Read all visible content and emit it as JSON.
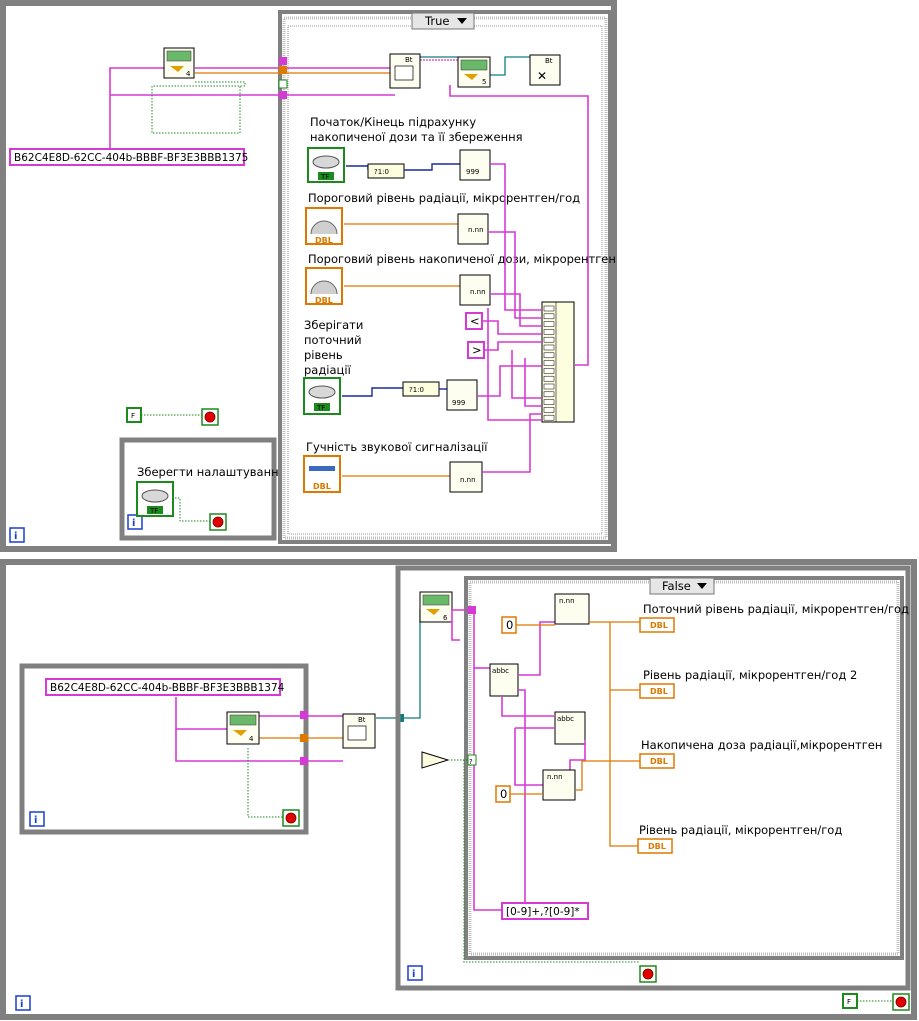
{
  "top_loop": {
    "guid_constant": "B62C4E8D-62CC-404b-BBBF-BF3E3BBB1375",
    "case_selector": "True",
    "save_settings_label": "Зберегти налаштування",
    "stop_constant": "F",
    "iteration_symbol": "i",
    "invoke_node_number": "4",
    "queue_node_number": "5",
    "controls": [
      {
        "label": "Початок/Кінець підрахунку",
        "label2": "накопиченої дози та її збереження",
        "type": "TF"
      },
      {
        "label": "Пороговий рівень радіації, мікрорентген/год",
        "type": "DBL"
      },
      {
        "label": "Пороговий рівень накопиченої дози, мікрорентген",
        "type": "DBL"
      },
      {
        "label_lines": [
          "Зберігати",
          " поточний",
          " рівень",
          "радіації"
        ],
        "type": "TF"
      },
      {
        "label": "Гучність звукової сигналізації",
        "type": "DBL"
      }
    ],
    "bool_to_num_label": "?1:0",
    "format_int_label": "999",
    "format_float_label": "n.nn",
    "lt_symbol": "<",
    "gt_symbol": ">",
    "bt_label": "Bt",
    "tf_badge": "TF",
    "dbl_badge": "DBL"
  },
  "bottom_loop": {
    "guid_constant": "B62C4E8D-62CC-404b-BBBF-BF3E3BBB1374",
    "case_selector": "False",
    "iteration_symbol": "i",
    "invoke_node_number": "4",
    "queue_node_number": "6",
    "stop_constant": "F",
    "zero_constant_1": "0",
    "zero_constant_2": "0",
    "regex_constant": "[0-9]+,?[0-9]*",
    "indicators": [
      "Поточний рівень радіації, мікрорентген/год",
      "Рівень радіації, мікрорентген/год  2",
      "Накопичена доза радіації,мікрорентген",
      "Рівень радіації, мікрорентген/год"
    ],
    "abc_label": "abbc",
    "scan_label": "n.nn",
    "question_symbol": "?",
    "dbl_badge": "DBL",
    "bt_label": "Bt"
  },
  "colors": {
    "string_wire": "#d63ad6",
    "numeric_wire": "#e07800",
    "boolean_wire": "#1d8a1d",
    "frame_gray": "#808080",
    "iteration_blue": "#1a3fd0"
  }
}
